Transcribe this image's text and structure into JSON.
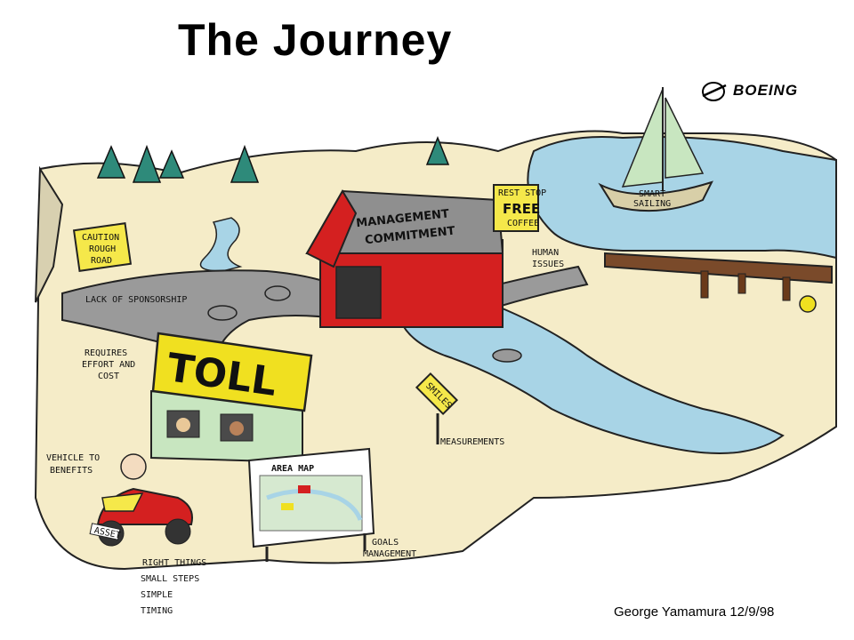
{
  "title": "The Journey",
  "footer": "George Yamamura 12/9/98",
  "logo": {
    "text": "BOEING",
    "icon": "boeing-logo-icon"
  },
  "cartoon": {
    "caution_sign": [
      "CAUTION",
      "ROUGH",
      "ROAD"
    ],
    "lack_of_sponsorship": "LACK OF SPONSORSHIP",
    "bridge_sign": [
      "MANAGEMENT",
      "COMMITMENT"
    ],
    "rest_stop_sign": [
      "REST STOP",
      "FREE",
      "COFFEE"
    ],
    "human_issues": [
      "HUMAN",
      "ISSUES"
    ],
    "boat_name": [
      "SMART",
      "SAILING"
    ],
    "requires_effort": [
      "REQUIRES",
      "EFFORT AND",
      "COST"
    ],
    "toll": "TOLL",
    "smiles_sign": "SMILES",
    "measurements": "MEASUREMENTS",
    "vehicle_to_benefits": [
      "VEHICLE TO",
      "BENEFITS"
    ],
    "area_map": "AREA MAP",
    "goals": [
      "GOALS",
      "MANAGEMENT"
    ],
    "car_plate": "ASSET",
    "principles": [
      "RIGHT THINGS",
      "SMALL STEPS",
      "SIMPLE",
      "TIMING"
    ]
  },
  "colors": {
    "bridge": "#d42020",
    "toll": "#f0e020",
    "water": "#a8d4e6",
    "grass": "#f5ecc8",
    "road": "#9a9a9a",
    "car": "#d42020",
    "sign": "#f5e84a"
  }
}
